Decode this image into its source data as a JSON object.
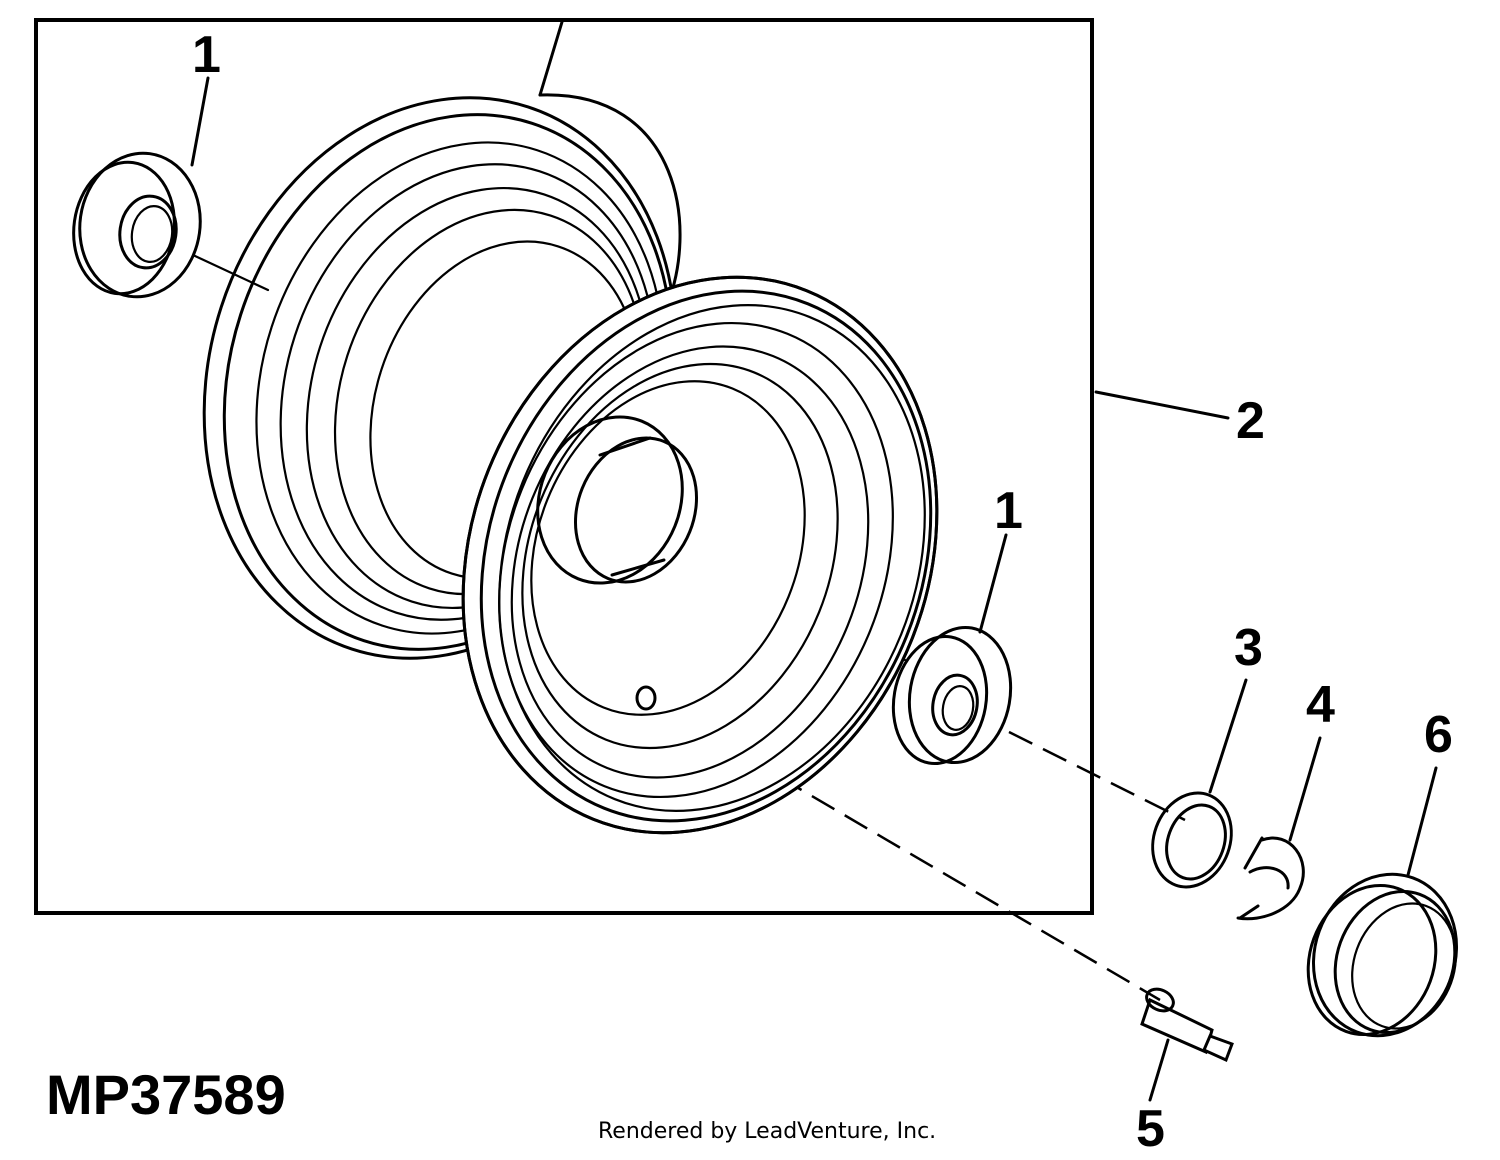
{
  "figure_id": "MP37589",
  "credit": "Rendered by LeadVenture, Inc.",
  "callouts": {
    "washer_top": "1",
    "wheel": "2",
    "washer_mid": "1",
    "flat_washer": "3",
    "clip": "4",
    "valve": "5",
    "cap": "6"
  }
}
